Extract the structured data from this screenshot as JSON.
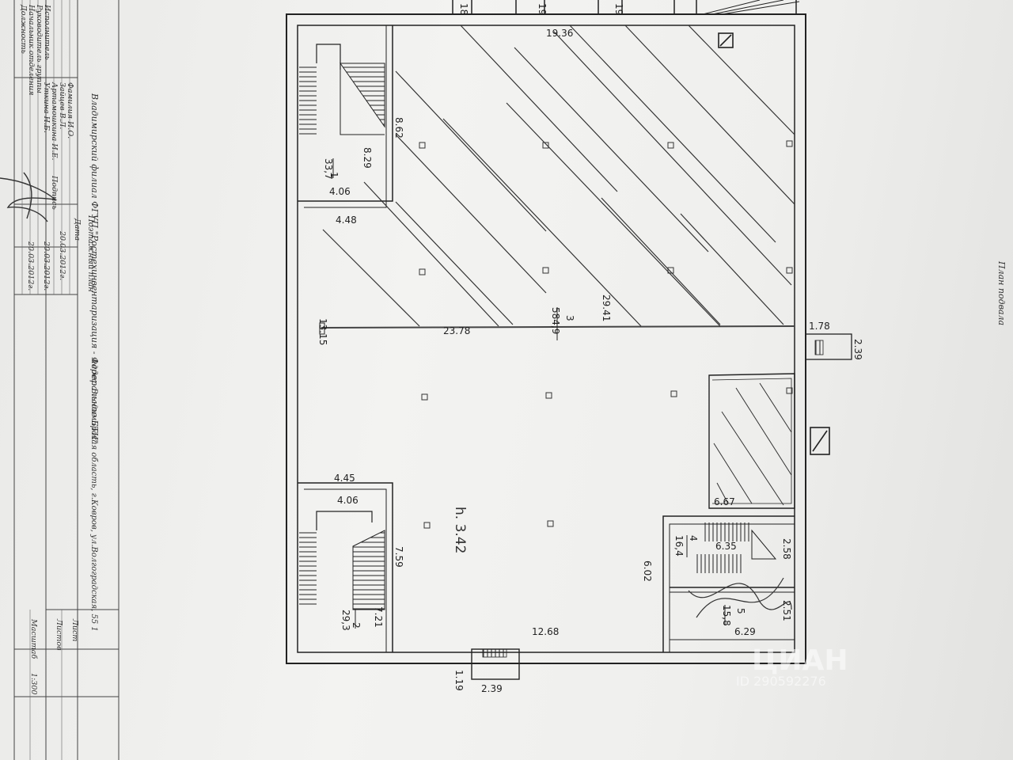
{
  "stamp": {
    "organization": "Владимирский филиал ФГУП \"Ростехинвентаризация - Федеральное БТИ\"",
    "plan_type": "Поэтажный план",
    "address": "Адрес: Владимирская область, г.Ковров, ул.Волгоградская, 55 1",
    "header_position": "Должность",
    "header_name": "Фамилия И.О.",
    "header_sign": "Подпись",
    "header_date": "Дата",
    "row1_pos": "Начальник отделения",
    "row1_name": "Зайцев В.Л.",
    "row1_date": "20.03.2012г.",
    "row2_pos": "Руководитель группы",
    "row2_name": "Артамошкина И.Е.",
    "row2_date": "20.03.2012г.",
    "row3_pos": "Исполнитель",
    "row3_name": "Уткина Н.Б.",
    "row3_date": "20.03.2012г.",
    "sheet_label": "Лист",
    "sheets_label": "Листов",
    "scale_label": "Масштаб",
    "scale_value": "1:300"
  },
  "drawing_title": "План подвала",
  "rooms": {
    "r1": {
      "num": "1",
      "area": "33,7"
    },
    "r2": {
      "num": "2",
      "area": "29,3"
    },
    "r3": {
      "num": "3",
      "area": "584,9"
    },
    "r4": {
      "num": "4",
      "area": "16,4"
    },
    "r5": {
      "num": "5",
      "area": "15,8"
    }
  },
  "dims": {
    "d1936": "19.36",
    "d862": "8.62",
    "d829": "8.29",
    "d406a": "4.06",
    "d448": "4.48",
    "d1315": "13.15",
    "d2378": "23.78",
    "d2941": "29.41",
    "d178": "1.78",
    "d239a": "2.39",
    "d667": "6.67",
    "d445": "4.45",
    "d406b": "4.06",
    "d759": "7.59",
    "d721": "7.21",
    "d1268": "12.68",
    "d602": "6.02",
    "d635": "6.35",
    "d258": "2.58",
    "d251": "2.51",
    "d629": "6.29",
    "d119": "1.19",
    "d239b": "2.39",
    "top1": "18",
    "top2": "19",
    "top3": "19"
  },
  "height_note": "h. 3.42",
  "watermark": {
    "brand": "ЦИАН",
    "id": "ID 290592276"
  }
}
